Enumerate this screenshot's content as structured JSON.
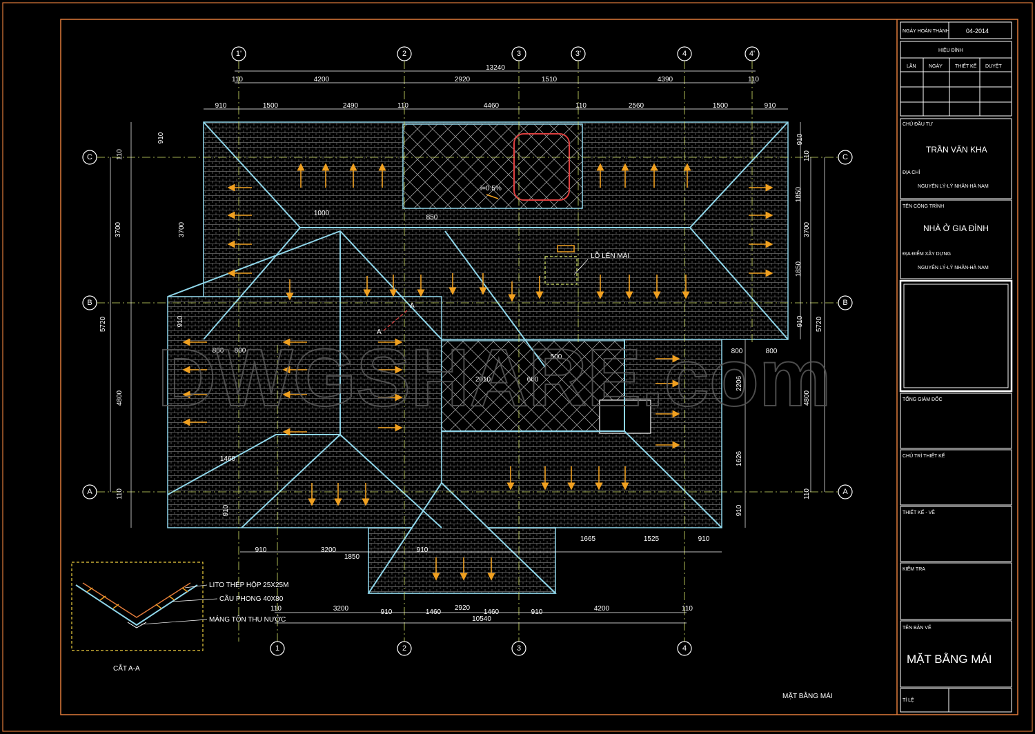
{
  "colors": {
    "background": "#000000",
    "frame": "#e07a3a",
    "grid": "#d8e86a",
    "roof_edge": "#8fd6ea",
    "arrow": "#f0a020",
    "tile": "#6a6a6a",
    "text": "#ffffff",
    "highlight": "#e04040"
  },
  "grid_axes": {
    "top": [
      "1'",
      "2",
      "3",
      "3'",
      "4",
      "4'"
    ],
    "bottom": [
      "1",
      "2",
      "3",
      "4"
    ],
    "left": [
      "C",
      "B",
      "A"
    ],
    "right": [
      "C",
      "B",
      "A"
    ]
  },
  "dimensions": {
    "top_total": "13240",
    "top_row1": [
      "110",
      "4200",
      "2920",
      "1510",
      "4390",
      "110"
    ],
    "top_row2": [
      "910",
      "1500",
      "2490",
      "110",
      "4460",
      "110",
      "2560",
      "1500",
      "910"
    ],
    "bottom_total": "10540",
    "bottom_row1": [
      "110",
      "3200",
      "910",
      "1460",
      "1460",
      "910",
      "4200",
      "110"
    ],
    "bottom_mid": [
      "910",
      "3200",
      "910",
      "1665",
      "1525",
      "910"
    ],
    "left": [
      "910",
      "110",
      "3700",
      "3700",
      "5720",
      "4800",
      "910",
      "110",
      "910"
    ],
    "right": [
      "910",
      "110",
      "1850",
      "3700",
      "1850",
      "910",
      "5720",
      "4800",
      "2206",
      "1626",
      "910",
      "110"
    ],
    "inner": [
      "1000",
      "850",
      "800",
      "800",
      "2010",
      "600",
      "800",
      "800",
      "1460",
      "1850",
      "2920",
      "500"
    ]
  },
  "annotations": {
    "slope": "i=0.5%",
    "roof_access": "LỖ LÊN MÁI",
    "section_mark": "A"
  },
  "section_detail": {
    "title": "CẮT A-A",
    "labels": [
      "LITO THÉP HỘP 25X25M",
      "CẦU PHONG 40X80",
      "MÁNG TÔN THU NƯỚC"
    ]
  },
  "drawing_title": "MẶT BẰNG MÁI",
  "watermark": "DWGSHARE.com",
  "title_block": {
    "completion_label": "NGÀY HOÀN THÀNH",
    "completion_value": "04-2014",
    "revision_label": "HIỆU ĐÍNH",
    "revision_cols": [
      "LẦN",
      "NGÀY",
      "THIẾT KẾ",
      "DUYỆT"
    ],
    "owner_label": "CHỦ ĐẦU TƯ",
    "owner_value": "TRẦN VĂN KHA",
    "address_label": "ĐỊA CHỈ",
    "address_value": "NGUYÊN LÝ-LÝ NHÂN-HÀ NAM",
    "project_label": "TÊN CÔNG TRÌNH",
    "project_value": "NHÀ Ở GIA ĐÌNH",
    "site_label": "ĐỊA ĐIỂM XÂY DỰNG",
    "site_value": "NGUYÊN LÝ-LÝ NHÂN-HÀ NAM",
    "director_label": "TỔNG GIÁM ĐỐC",
    "chief_label": "CHỦ TRÌ THIẾT KẾ",
    "designer_label": "THIẾT KẾ - VẼ",
    "checker_label": "KIỂM TRA",
    "sheet_label": "TÊN BẢN VẼ",
    "sheet_value": "MẶT BẰNG MÁI",
    "scale_label": "TỈ LỆ"
  }
}
